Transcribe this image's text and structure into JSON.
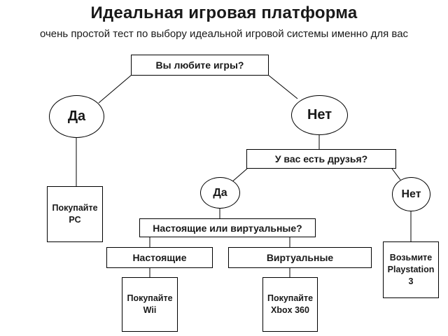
{
  "page": {
    "title": "Идеальная игровая платформа",
    "subtitle": "очень простой тест по выбору идеальной игровой системы именно для вас"
  },
  "nodes": {
    "question_like_games": {
      "label": "Вы любите игры?"
    },
    "answer_games_yes": {
      "label": "Да"
    },
    "answer_games_no": {
      "label": "Нет"
    },
    "result_pc": {
      "line1": "Покупайте",
      "line2": "PC"
    },
    "question_have_friends": {
      "label": "У вас есть друзья?"
    },
    "answer_friends_yes": {
      "label": "Да"
    },
    "answer_friends_no": {
      "label": "Нет"
    },
    "question_real_or_virtual": {
      "label": "Настоящие или виртуальные?"
    },
    "option_real": {
      "label": "Настоящие"
    },
    "option_virtual": {
      "label": "Виртуальные"
    },
    "result_wii": {
      "line1": "Покупайте",
      "line2": "Wii"
    },
    "result_xbox": {
      "line1": "Покупайте",
      "line2": "Xbox 360"
    },
    "result_ps3": {
      "line1": "Возьмите",
      "line2": "Playstation 3"
    }
  },
  "colors": {
    "background": "#ffffff",
    "line": "#000000",
    "text": "#191919"
  }
}
